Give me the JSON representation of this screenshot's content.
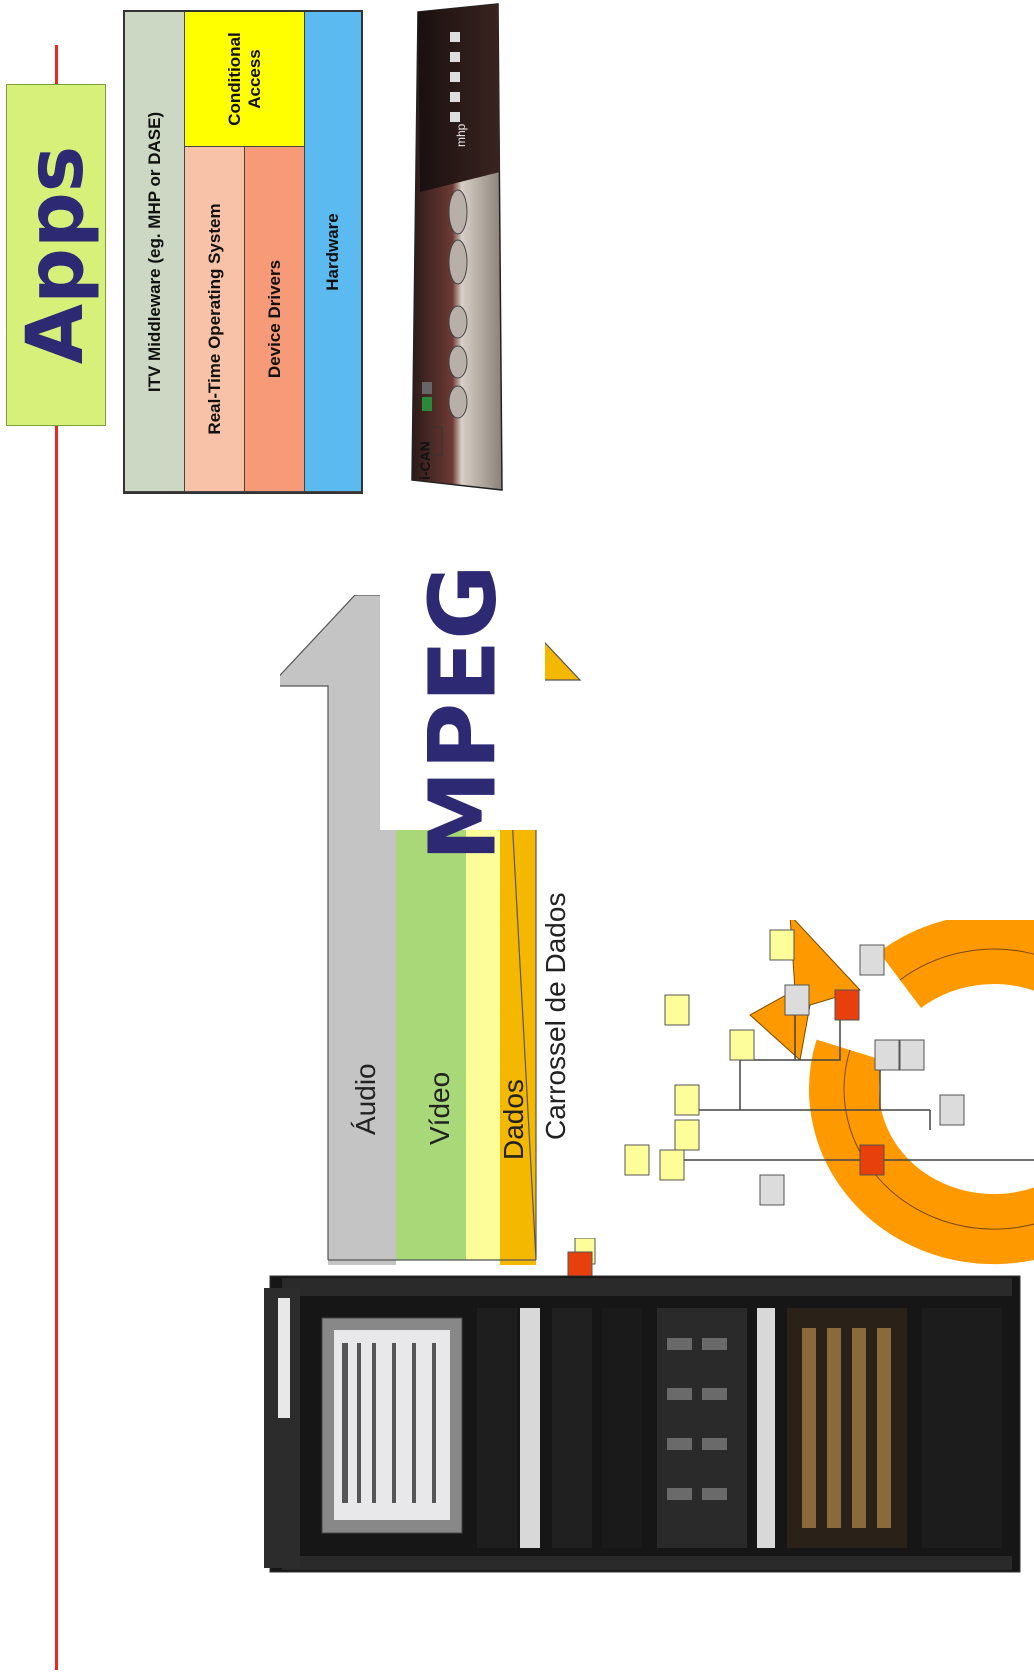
{
  "apps": {
    "label": "Apps"
  },
  "stack": {
    "middleware": "ITV Middleware (eg. MHP or DASE)",
    "conditional_access_line1": "Conditional",
    "conditional_access_line2": "Access",
    "rtos": "Real-Time Operating System",
    "drivers": "Device Drivers",
    "hardware": "Hardware"
  },
  "set_top_box": {
    "brand": "i-CAN",
    "logo": "mhp"
  },
  "mpeg": {
    "label": "MPEG",
    "streams": {
      "audio": "Áudio",
      "video": "Vídeo",
      "dados": "Dados",
      "carrossel": "Carrossel de Dados"
    }
  },
  "colors": {
    "timeline": "#e8291c",
    "apps_fill": "#d6f07a",
    "middleware": "#ccd8c4",
    "conditional_access": "#ffff00",
    "rtos": "#f8c2a8",
    "drivers": "#f79a78",
    "hardware": "#5bbaf0",
    "arrow_gray": "#c4c4c4",
    "arrow_green": "#a8d878",
    "arrow_yellow": "#fdfd9a",
    "arrow_orange": "#f5b800",
    "carousel_orange": "#ff9900",
    "mpeg_text": "#2d2a73"
  },
  "icons": [
    "set-top-box-icon",
    "server-rack-icon",
    "data-carousel-icon",
    "document-icon"
  ]
}
